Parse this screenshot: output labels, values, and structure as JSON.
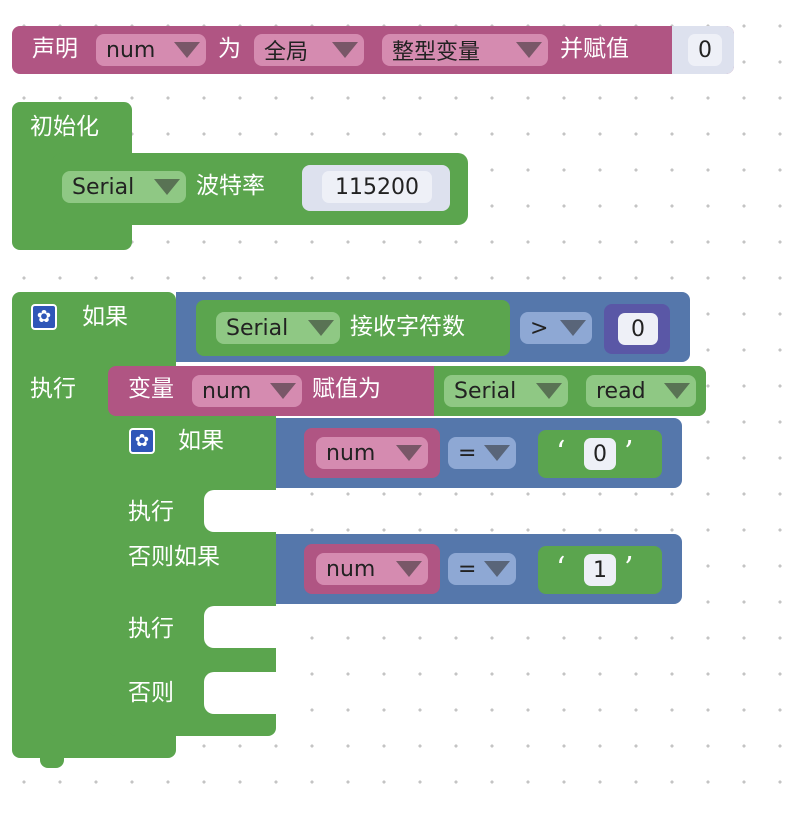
{
  "declare": {
    "label": "声明",
    "var_name": "num",
    "as_label": "为",
    "scope": "全局",
    "type": "整型变量",
    "assign_label": "并赋值",
    "value": "0"
  },
  "setup": {
    "label": "初始化",
    "serial_port": "Serial",
    "baud_label": "波特率",
    "baud_value": "115200"
  },
  "main_if": {
    "if_label": "如果",
    "do_label": "执行",
    "serial_port": "Serial",
    "available_label": "接收字符数",
    "operator": ">",
    "compare_value": "0"
  },
  "assign": {
    "label": "变量",
    "var_name": "num",
    "to_label": "赋值为",
    "serial_port": "Serial",
    "method": "read"
  },
  "inner_if": {
    "if_label": "如果",
    "do_label_1": "执行",
    "elseif_label": "否则如果",
    "do_label_2": "执行",
    "else_label": "否则",
    "cond1_var": "num",
    "cond1_op": "=",
    "cond1_char": "0",
    "cond2_var": "num",
    "cond2_op": "=",
    "cond2_char": "1"
  },
  "icons": {
    "gear": "gear-icon",
    "dropdown": "dropdown-arrow-icon"
  },
  "colors": {
    "variable_block": "#b05583",
    "variable_field": "#d58bb0",
    "control_block": "#5ba54e",
    "control_field": "#8fc884",
    "logic_block": "#5577ab",
    "logic_field": "#8ea8d4",
    "math_block": "#5a57a6",
    "text_field": "#eef0f7"
  }
}
